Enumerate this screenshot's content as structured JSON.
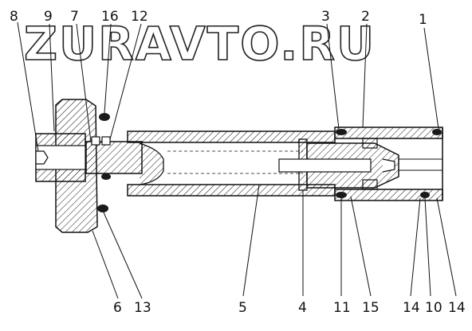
{
  "watermark": "ZURAVTO.RU",
  "callouts": {
    "top": [
      "8",
      "9",
      "7",
      "16",
      "12",
      "3",
      "2",
      "1"
    ],
    "bottom": [
      "6",
      "13",
      "5",
      "4",
      "11",
      "15",
      "14",
      "10",
      "14"
    ]
  },
  "colors": {
    "ink": "#111111",
    "seal": "#1a1a1a",
    "background": "#ffffff"
  }
}
